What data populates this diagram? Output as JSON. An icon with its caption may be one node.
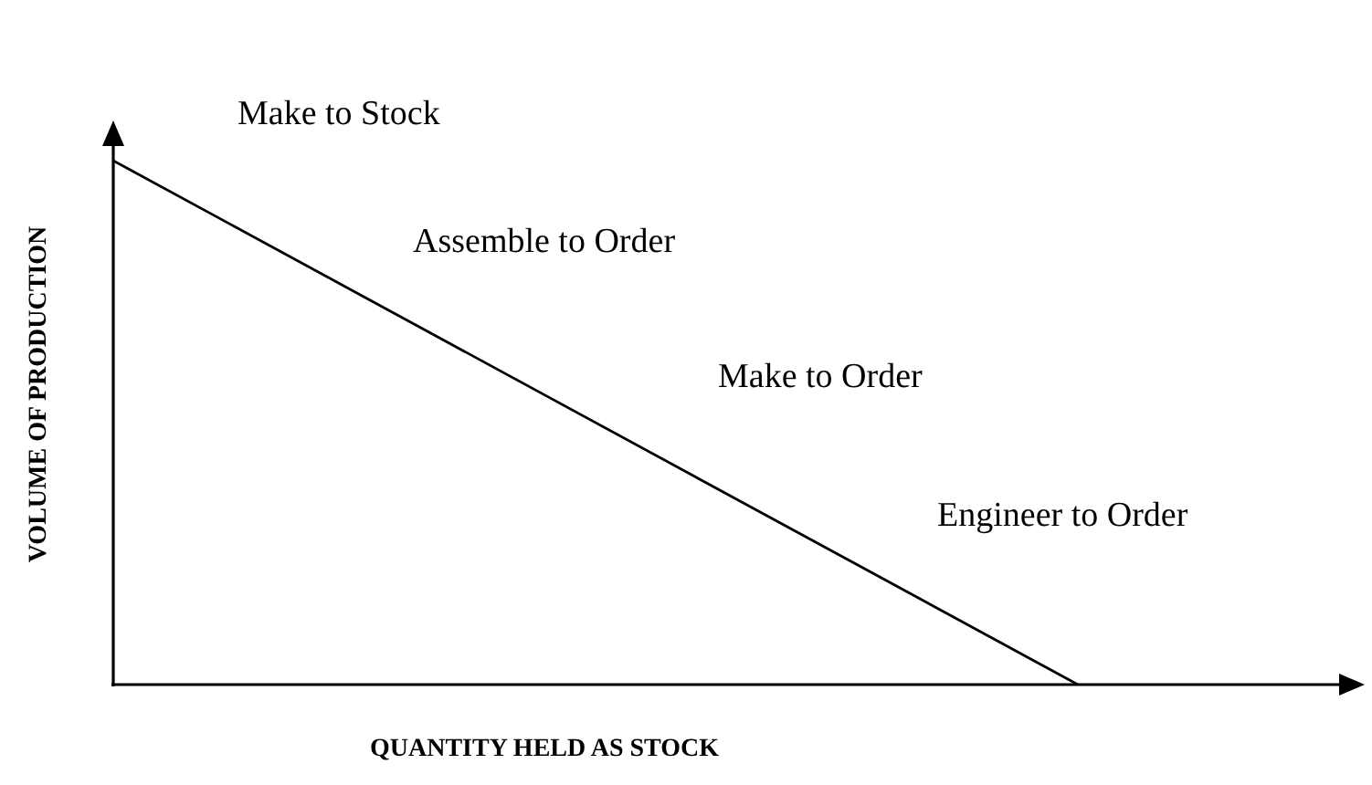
{
  "diagram": {
    "labels": [
      "Make to Stock",
      "Assemble to Order",
      "Make to Order",
      "Engineer to Order",
      "VOLUME OF PRODUCTION",
      "QUANTITY HELD AS STOCK"
    ]
  }
}
